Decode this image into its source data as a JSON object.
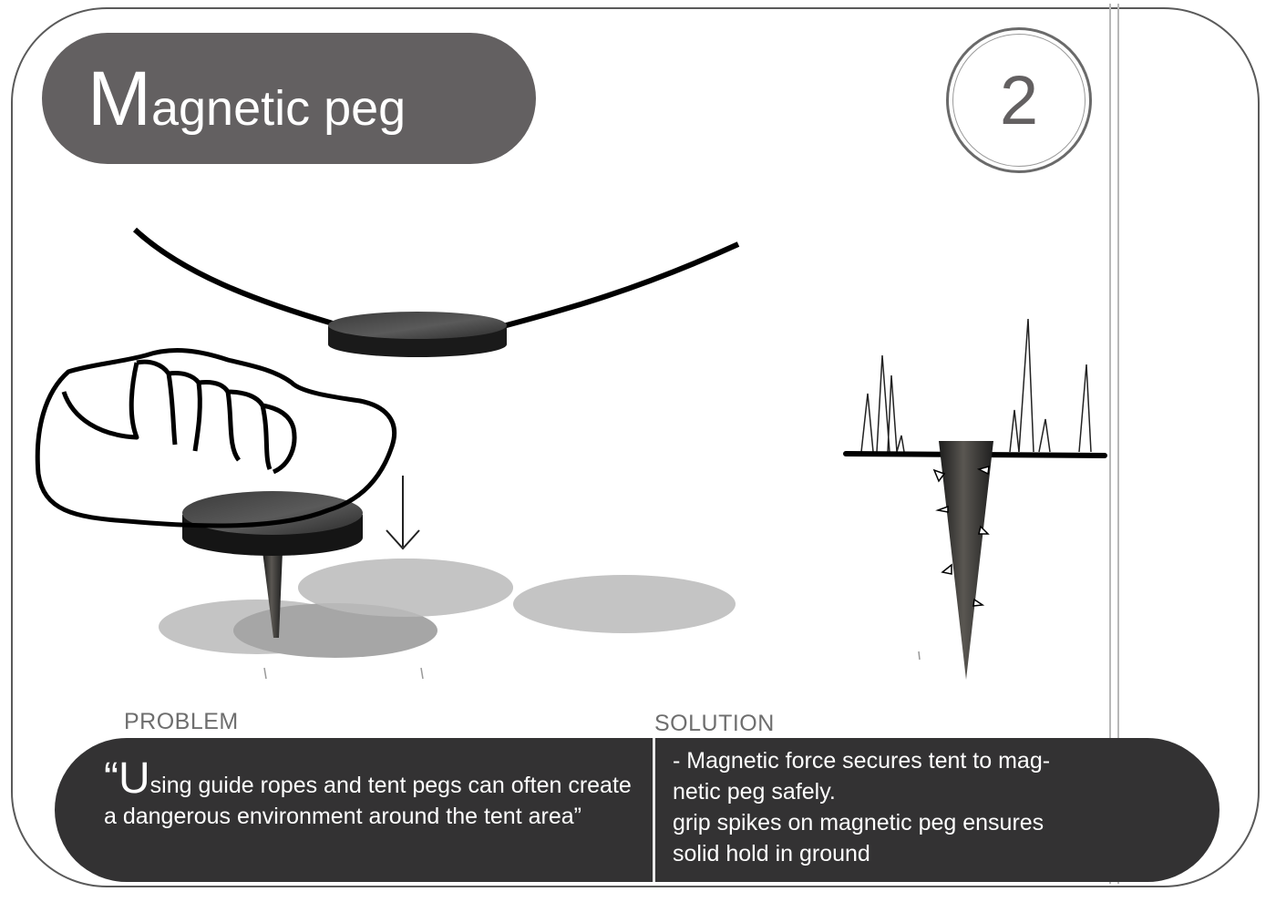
{
  "title": {
    "initial": "M",
    "rest": "agnetic peg"
  },
  "step_number": "2",
  "problem": {
    "label": "PROBLEM",
    "quote_initial": "“U",
    "quote_rest": "sing guide ropes and tent pegs can often create a dangerous environment around the tent area”"
  },
  "solution": {
    "label": "SOLUTION",
    "lines": [
      "- Magnetic force secures tent to mag-",
      "netic peg safely.",
      "grip spikes on magnetic peg ensures",
      "solid hold in ground"
    ]
  },
  "colors": {
    "title_fill": "#636061",
    "panel_fill": "#333233",
    "magnet": "#1c1c1c",
    "shadow": "#c8c8c8"
  }
}
